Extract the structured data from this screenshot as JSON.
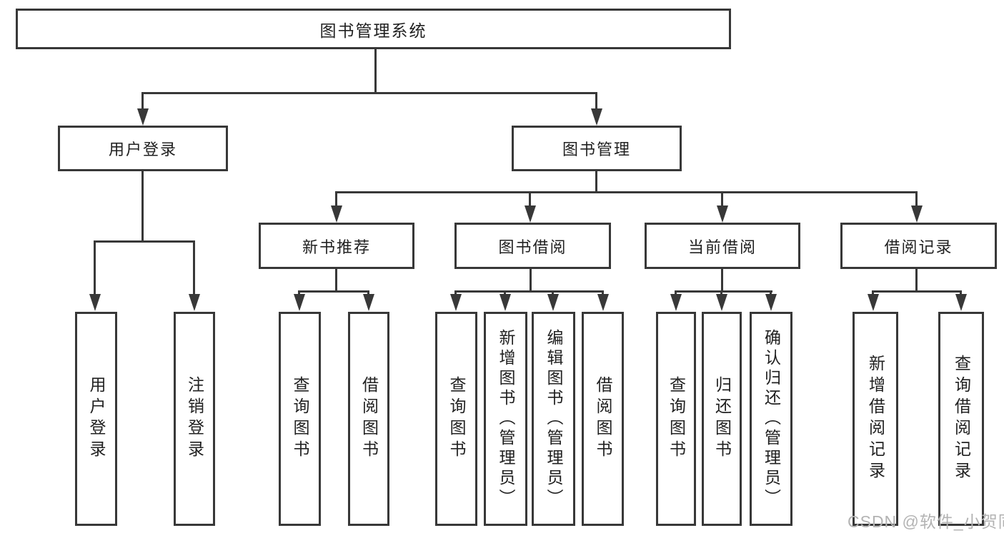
{
  "diagram": {
    "nodes": {
      "root": "图书管理系统",
      "user_login": "用户登录",
      "book_mgmt": "图书管理",
      "new_book_rec": "新书推荐",
      "book_borrow": "图书借阅",
      "current_borrow": "当前借阅",
      "borrow_record": "借阅记录"
    },
    "leaves": {
      "user_login": [
        "用户登录",
        "注销登录"
      ],
      "new_book_rec": [
        "查询图书",
        "借阅图书"
      ],
      "book_borrow": [
        "查询图书",
        "新增图书（管理员）",
        "编辑图书（管理员）",
        "借阅图书"
      ],
      "current_borrow": [
        "查询图书",
        "归还图书",
        "确认归还（管理员）"
      ],
      "borrow_record": [
        "新增借阅记录",
        "查询借阅记录"
      ]
    },
    "watermark": "CSDN @软件_小贺同学",
    "colors": {
      "line": "#383838",
      "text": "#212121",
      "watermark": "#b3b3b3",
      "background": "#ffffff"
    }
  }
}
